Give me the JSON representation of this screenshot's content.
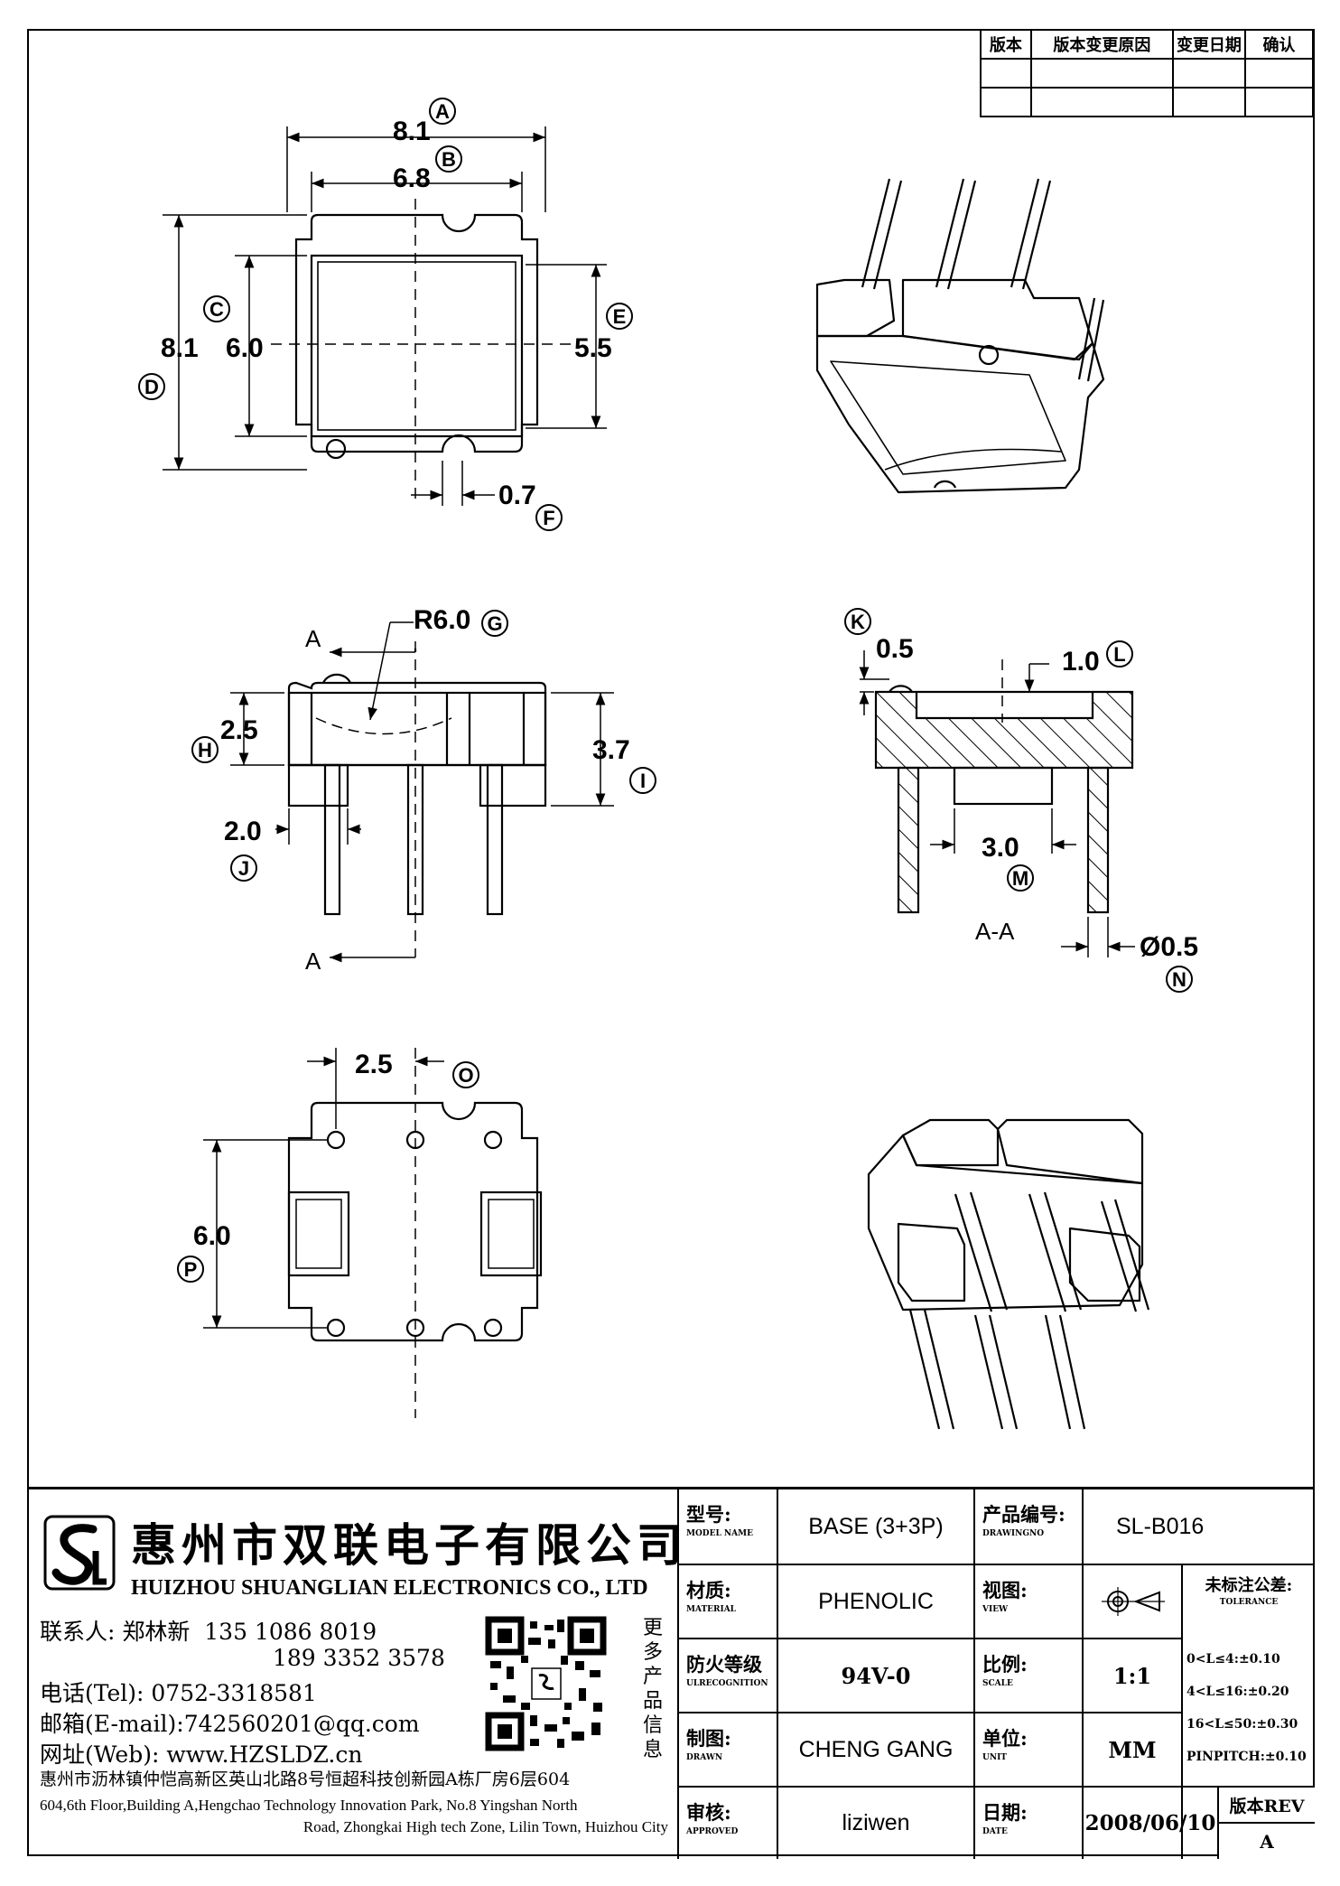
{
  "revision_table": {
    "headers": [
      "版本",
      "版本变更原因",
      "变更日期",
      "确认"
    ]
  },
  "views": {
    "top": {
      "dim_a": "8.1",
      "tag_a": "A",
      "dim_b": "6.8",
      "tag_b": "B",
      "dim_c": "6.0",
      "tag_c": "C",
      "dim_d": "8.1",
      "tag_d": "D",
      "dim_e": "5.5",
      "tag_e": "E",
      "dim_f": "0.7",
      "tag_f": "F"
    },
    "front": {
      "dim_g": "R6.0",
      "tag_g": "G",
      "dim_h": "2.5",
      "tag_h": "H",
      "dim_i": "3.7",
      "tag_i": "I",
      "dim_j": "2.0",
      "tag_j": "J",
      "section_mark_top": "A",
      "section_mark_bottom": "A"
    },
    "section": {
      "dim_k": "0.5",
      "tag_k": "K",
      "dim_l": "1.0",
      "tag_l": "L",
      "dim_m": "3.0",
      "tag_m": "M",
      "dim_n": "Ø0.5",
      "tag_n": "N",
      "label": "A-A"
    },
    "bottom": {
      "dim_o": "2.5",
      "tag_o": "O",
      "dim_p": "6.0",
      "tag_p": "P"
    }
  },
  "company": {
    "name_cn": "惠州市双联电子有限公司",
    "name_en": "HUIZHOU SHUANGLIAN ELECTRONICS CO., LTD",
    "contact_label": "联系人: 郑林新",
    "phone1": "135 1086 8019",
    "phone2": "189 3352 3578",
    "tel": "电话(Tel): 0752-3318581",
    "email": "邮箱(E-mail):742560201@qq.com",
    "web": "网址(Web): www.HZSLDZ.cn",
    "more_info": [
      "更",
      "多",
      "产",
      "品",
      "信",
      "息"
    ],
    "address_cn": "惠州市沥林镇仲恺高新区英山北路8号恒超科技创新园A栋厂房6层604",
    "address_en1": "604,6th Floor,Building A,Hengchao Technology Innovation Park, No.8 Yingshan North",
    "address_en2": "Road, Zhongkai High tech Zone, Lilin Town, Huizhou City"
  },
  "title_block": {
    "model_label_cn": "型号:",
    "model_label_en": "MODEL NAME",
    "model_value": "BASE (3+3P)",
    "drawing_label_cn": "产品编号:",
    "drawing_label_en": "DRAWINGNO",
    "drawing_value": "SL-B016",
    "material_label_cn": "材质:",
    "material_label_en": "MATERIAL",
    "material_value": "PHENOLIC",
    "view_label_cn": "视图:",
    "view_label_en": "VIEW",
    "flame_label_cn": "防火等级",
    "flame_label_en": "ULRECOGNITION",
    "flame_value": "94V-0",
    "scale_label_cn": "比例:",
    "scale_label_en": "SCALE",
    "scale_value": "1:1",
    "drawn_label_cn": "制图:",
    "drawn_label_en": "DRAWN",
    "drawn_value": "CHENG GANG",
    "unit_label_cn": "单位:",
    "unit_label_en": "UNIT",
    "unit_value": "MM",
    "approved_label_cn": "审核:",
    "approved_label_en": "APPROVED",
    "approved_value": "liziwen",
    "date_label_cn": "日期:",
    "date_label_en": "DATE",
    "date_value": "2008/06/10",
    "rev_label": "版本REV",
    "rev_value": "A",
    "tolerance_title": "未标注公差:",
    "tolerance_sub": "TOLERANCE",
    "tolerance_rows": [
      "0<L≤4:±0.10",
      "4<L≤16:±0.20",
      "16<L≤50:±0.30",
      "PINPITCH:±0.10"
    ]
  }
}
